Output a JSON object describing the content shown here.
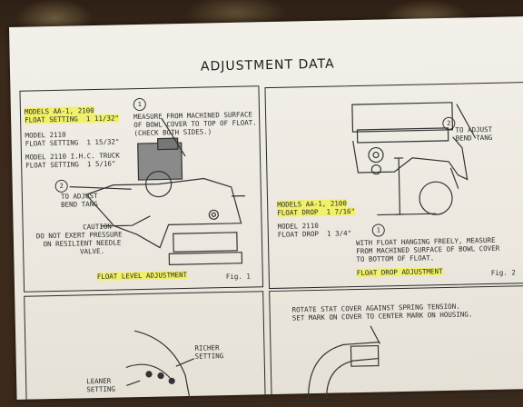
{
  "title": "ADJUSTMENT DATA",
  "fig1": {
    "models_line1": "MODELS AA-1, 2100",
    "models_line2": "FLOAT SETTING  1 11/32\"",
    "model2110_line1": "MODEL 2110",
    "model2110_line2": "FLOAT SETTING  1 15/32\"",
    "ihc_line1": "MODEL 2110 I.H.C. TRUCK",
    "ihc_line2": "FLOAT SETTING  1 5/16\"",
    "step1": "1",
    "measure_line1": "MEASURE FROM MACHINED SURFACE",
    "measure_line2": "OF BOWL COVER TO TOP OF FLOAT.",
    "measure_line3": "(CHECK BOTH SIDES.)",
    "step2": "2",
    "adjust_line1": "TO ADJUST",
    "adjust_line2": "BEND TANG",
    "caution_line1": "CAUTION",
    "caution_line2": "DO NOT EXERT PRESSURE",
    "caution_line3": "ON RESILIENT NEEDLE",
    "caution_line4": "VALVE.",
    "caption": "FLOAT LEVEL ADJUSTMENT",
    "fig_label": "Fig. 1"
  },
  "fig2": {
    "step2": "2",
    "adjust_line1": "TO ADJUST",
    "adjust_line2": "BEND TANG",
    "models_line1": "MODELS AA-1, 2100",
    "models_line2": "FLOAT DROP  1 7/16\"",
    "model2110_line1": "MODEL 2110",
    "model2110_line2": "FLOAT DROP  1 3/4\"",
    "step1": "1",
    "with_line1": "WITH FLOAT HANGING FREELY, MEASURE",
    "with_line2": "FROM MACHINED SURFACE OF BOWL COVER",
    "with_line3": "TO BOTTOM OF FLOAT.",
    "caption": "FLOAT DROP ADJUSTMENT",
    "fig_label": "Fig. 2"
  },
  "fig3": {
    "richer": "RICHER",
    "setting": "SETTING",
    "leaner": "LEANER",
    "leaner_setting": "SETTING"
  },
  "fig4": {
    "rotate_line1": "ROTATE STAT COVER AGAINST SPRING TENSION.",
    "rotate_line2": "SET MARK ON COVER TO CENTER MARK ON HOUSING."
  },
  "colors": {
    "highlight": "#f0f06a",
    "ink": "#2c2c2c",
    "paper": "#efece4"
  }
}
